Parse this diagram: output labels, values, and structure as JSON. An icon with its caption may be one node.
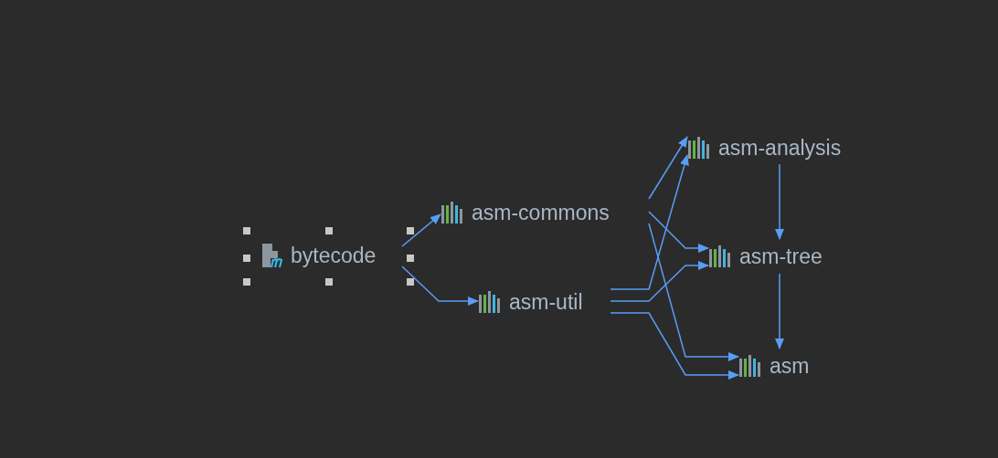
{
  "diagram": {
    "nodes": [
      {
        "text": [
          "bytecode"
        ]
      },
      {
        "text": [
          "asm-commons"
        ]
      },
      {
        "text": [
          "asm-util"
        ]
      },
      {
        "text": [
          "asm-analysis"
        ]
      },
      {
        "text": [
          "asm-tree"
        ]
      },
      {
        "text": [
          "asm"
        ]
      }
    ],
    "edges": [
      {
        "from": 0,
        "to": 1,
        "arrow": "to"
      },
      {
        "from": 0,
        "to": 2,
        "arrow": "to"
      },
      {
        "from": 1,
        "to": 3,
        "arrow": "to"
      },
      {
        "from": 1,
        "to": 4,
        "arrow": "to"
      },
      {
        "from": 1,
        "to": 5,
        "arrow": "to"
      },
      {
        "from": 2,
        "to": 3,
        "arrow": "to"
      },
      {
        "from": 2,
        "to": 4,
        "arrow": "to"
      },
      {
        "from": 2,
        "to": 5,
        "arrow": "to"
      },
      {
        "from": 3,
        "to": 4,
        "arrow": "to"
      },
      {
        "from": 4,
        "to": 5,
        "arrow": "to"
      }
    ]
  }
}
